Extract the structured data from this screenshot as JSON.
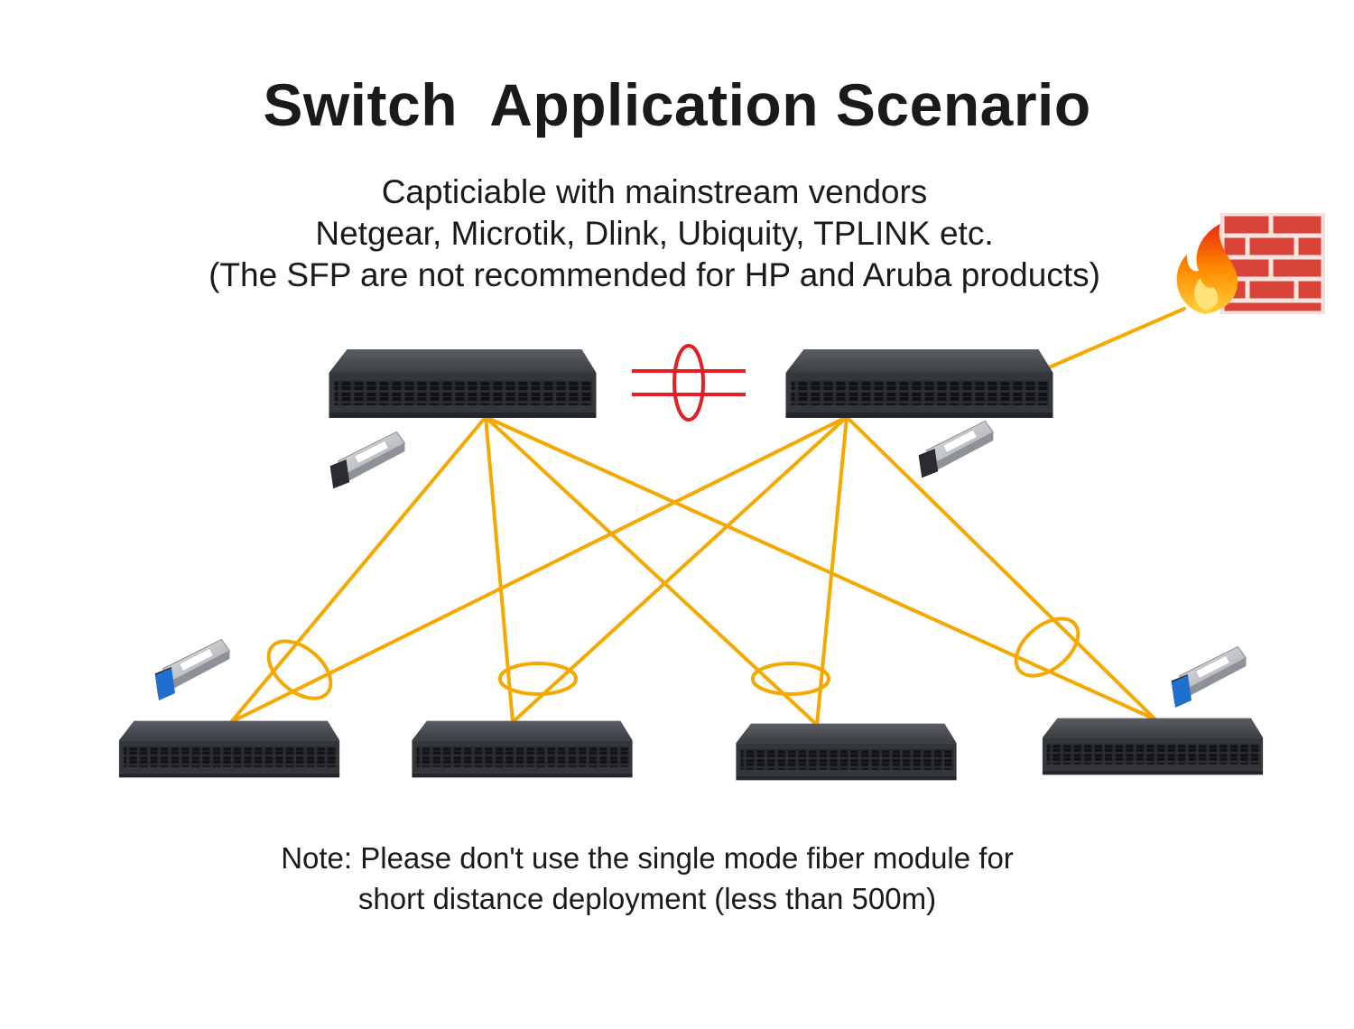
{
  "title": "Switch  Application Scenario",
  "subtitle_lines": [
    "Capticiable with mainstream vendors",
    "Netgear, Microtik, Dlink, Ubiquity, TPLINK etc.",
    "(The SFP are not recommended for HP and Aruba products)"
  ],
  "note_lines": [
    "Note: Please don't use the single mode fiber module for",
    "short distance deployment (less than 500m)"
  ],
  "colors": {
    "link": "#f5a800",
    "stack_link": "#e31e24",
    "switch_body": "#3a3d42",
    "switch_top": "#4a4e54",
    "firewall_brick": "#d9443a",
    "flame": "#ff7a00"
  },
  "icons": {
    "core_switch": "network-switch-icon",
    "access_switch": "network-switch-icon",
    "sfp_module": "sfp-transceiver-icon",
    "firewall": "firewall-icon"
  }
}
